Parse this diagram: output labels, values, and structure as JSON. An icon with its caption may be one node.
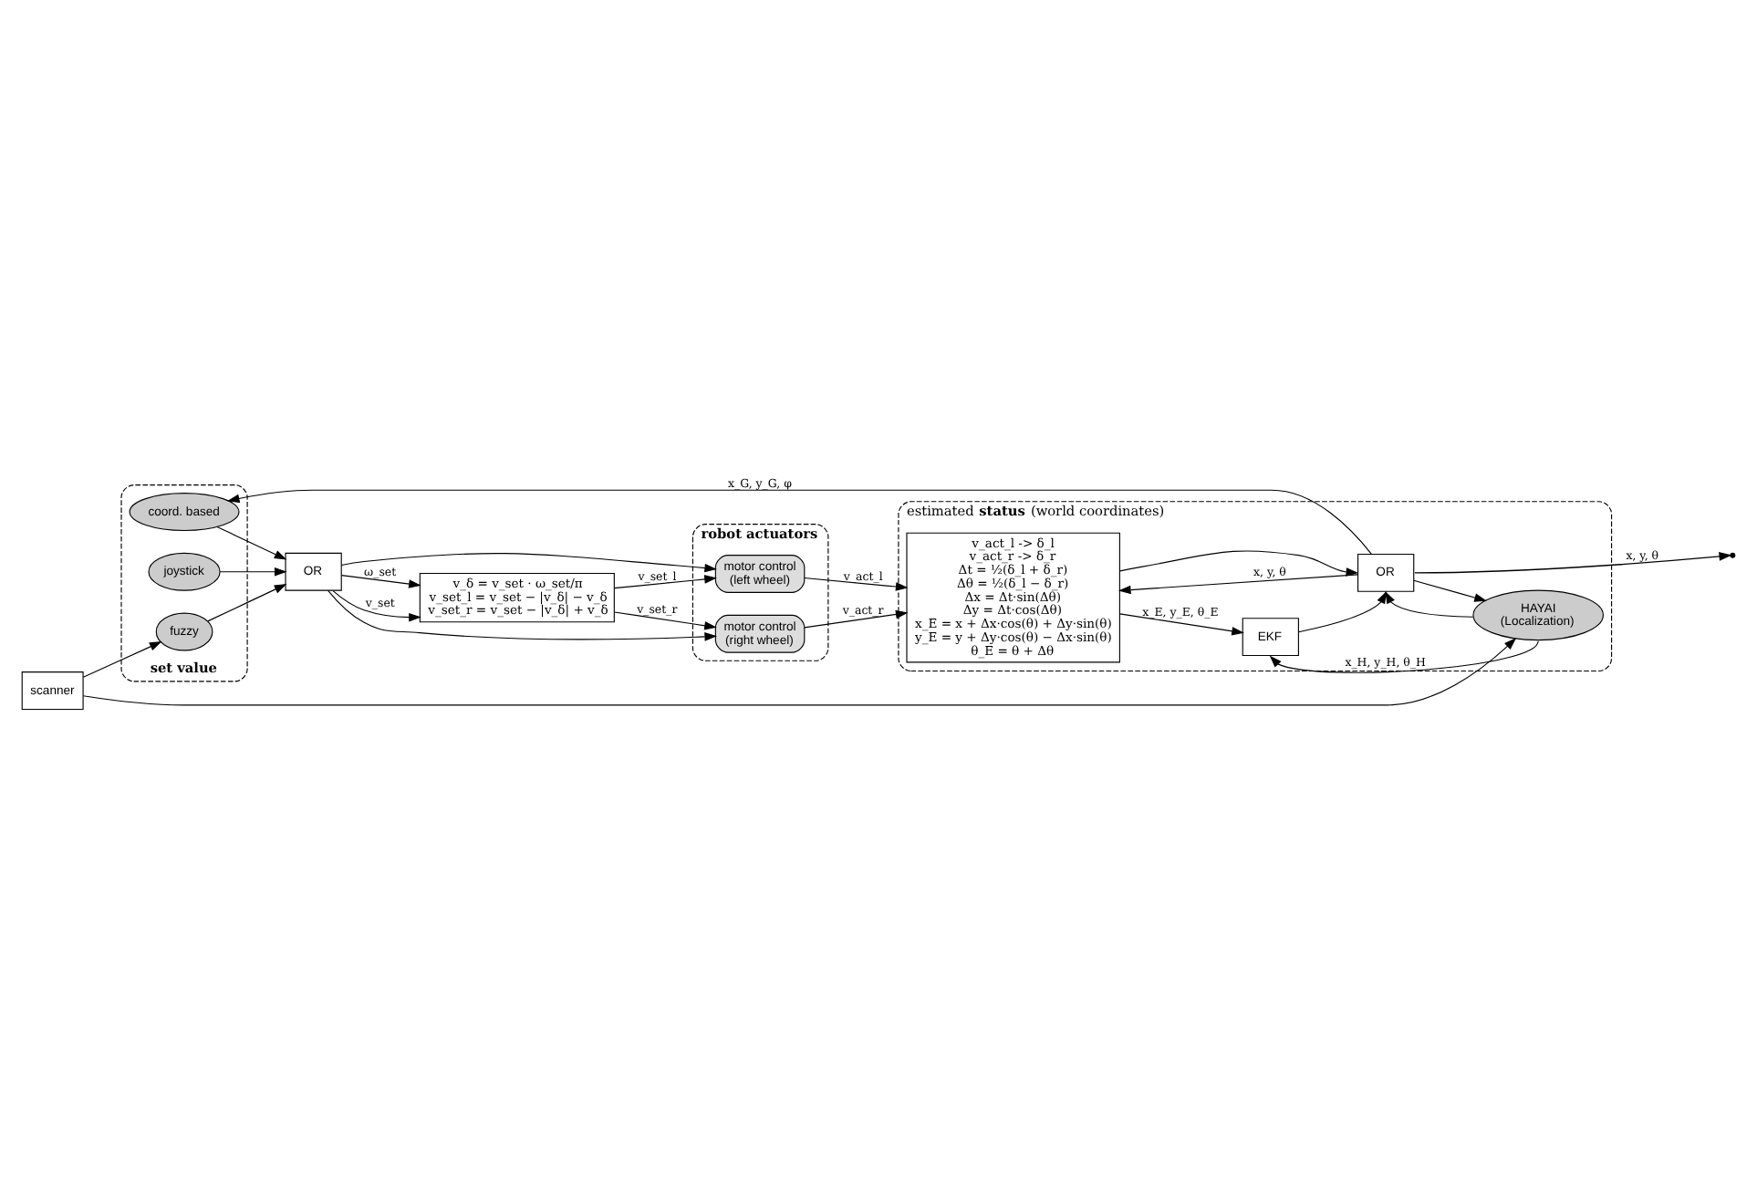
{
  "diagram": {
    "nodes": [
      {
        "text": [
          "robot actuators"
        ]
      },
      {
        "text": [
          "motor control",
          "(left wheel)"
        ],
        "in": 0
      },
      {
        "text": [
          "motor control",
          "(right wheel)"
        ],
        "in": 0
      },
      {
        "text": [
          "set value"
        ]
      },
      {
        "text": [
          "coord. based"
        ],
        "in": 3
      },
      {
        "text": [
          "joystick"
        ],
        "in": 3
      },
      {
        "text": [
          "fuzzy"
        ],
        "in": 3
      },
      {
        "text": [
          "estimated **status** (world coordinates)"
        ]
      },
      {
        "text": [
          "v_act_l -> δ_l",
          "v_act_r -> δ_r",
          "Δt = ½(δ_l + δ_r)",
          "Δθ = ½(δ_l − δ_r)",
          "Δx = Δt·sin(Δθ)",
          "Δy = Δt·cos(Δθ)",
          "x_E = x + Δx·cos(θ) + Δy·sin(θ)",
          "y_E = y + Δy·cos(θ) − Δx·sin(θ)",
          "θ_E = θ + Δθ"
        ],
        "in": 7
      },
      {
        "text": [
          "EKF"
        ],
        "in": 7
      },
      {
        "text": [
          "OR"
        ],
        "in": 7
      },
      {
        "text": [
          "HAYAI",
          "(Localization)"
        ],
        "in": 7
      },
      {
        "text": [
          "scanner"
        ]
      },
      {
        "text": [
          "OR"
        ]
      },
      {
        "text": [
          "v_δ = v_set · ω_set/π",
          "v_set_l = v_set − |v_δ| − v_δ",
          "v_set_r = v_set − |v_δ| + v_δ"
        ]
      }
    ],
    "edges": [
      {
        "from": 13,
        "to": 14,
        "arrow": "to",
        "label": "v_set"
      },
      {
        "from": 13,
        "to": 14,
        "arrow": "to",
        "label": "ω_set"
      },
      {
        "from": 13,
        "to": 1,
        "arrow": "to"
      },
      {
        "from": 13,
        "to": 2,
        "arrow": "to"
      },
      {
        "from": 14,
        "to": 1,
        "arrow": "to",
        "label": "v_set_l"
      },
      {
        "from": 14,
        "to": 2,
        "arrow": "to",
        "label": "v_set_r"
      },
      {
        "from": 1,
        "to": 8,
        "arrow": "to",
        "label": "v_act_l"
      },
      {
        "from": 2,
        "to": 8,
        "arrow": "to",
        "label": "v_act_r"
      },
      {
        "from": 8,
        "to": 9,
        "arrow": "to",
        "label": "x_E, y_E, θ_E"
      },
      {
        "from": 8,
        "to": 10,
        "arrow": "to"
      },
      {
        "from": 11,
        "to": 9,
        "arrow": "to",
        "label": "x_H, y_H, θ_H"
      },
      {
        "from": 11,
        "to": 10,
        "arrow": "to"
      },
      {
        "from": 9,
        "to": 10,
        "arrow": "to"
      },
      {
        "from": 10,
        "to": 8,
        "arrow": "to",
        "label": "x, y, θ"
      },
      {
        "from": 10,
        "to": null,
        "arrow": "to",
        "label": "x, y, θ"
      },
      {
        "from": 10,
        "to": 4,
        "arrow": "to",
        "label": "x_G, y_G, φ"
      },
      {
        "from": 10,
        "to": 11,
        "arrow": "to"
      },
      {
        "from": 12,
        "to": 11,
        "arrow": "to"
      },
      {
        "from": 12,
        "to": 6,
        "arrow": "to"
      },
      {
        "from": 4,
        "to": 13,
        "arrow": "to"
      },
      {
        "from": 5,
        "to": 13,
        "arrow": "to"
      },
      {
        "from": 6,
        "to": 13,
        "arrow": "to"
      }
    ]
  }
}
